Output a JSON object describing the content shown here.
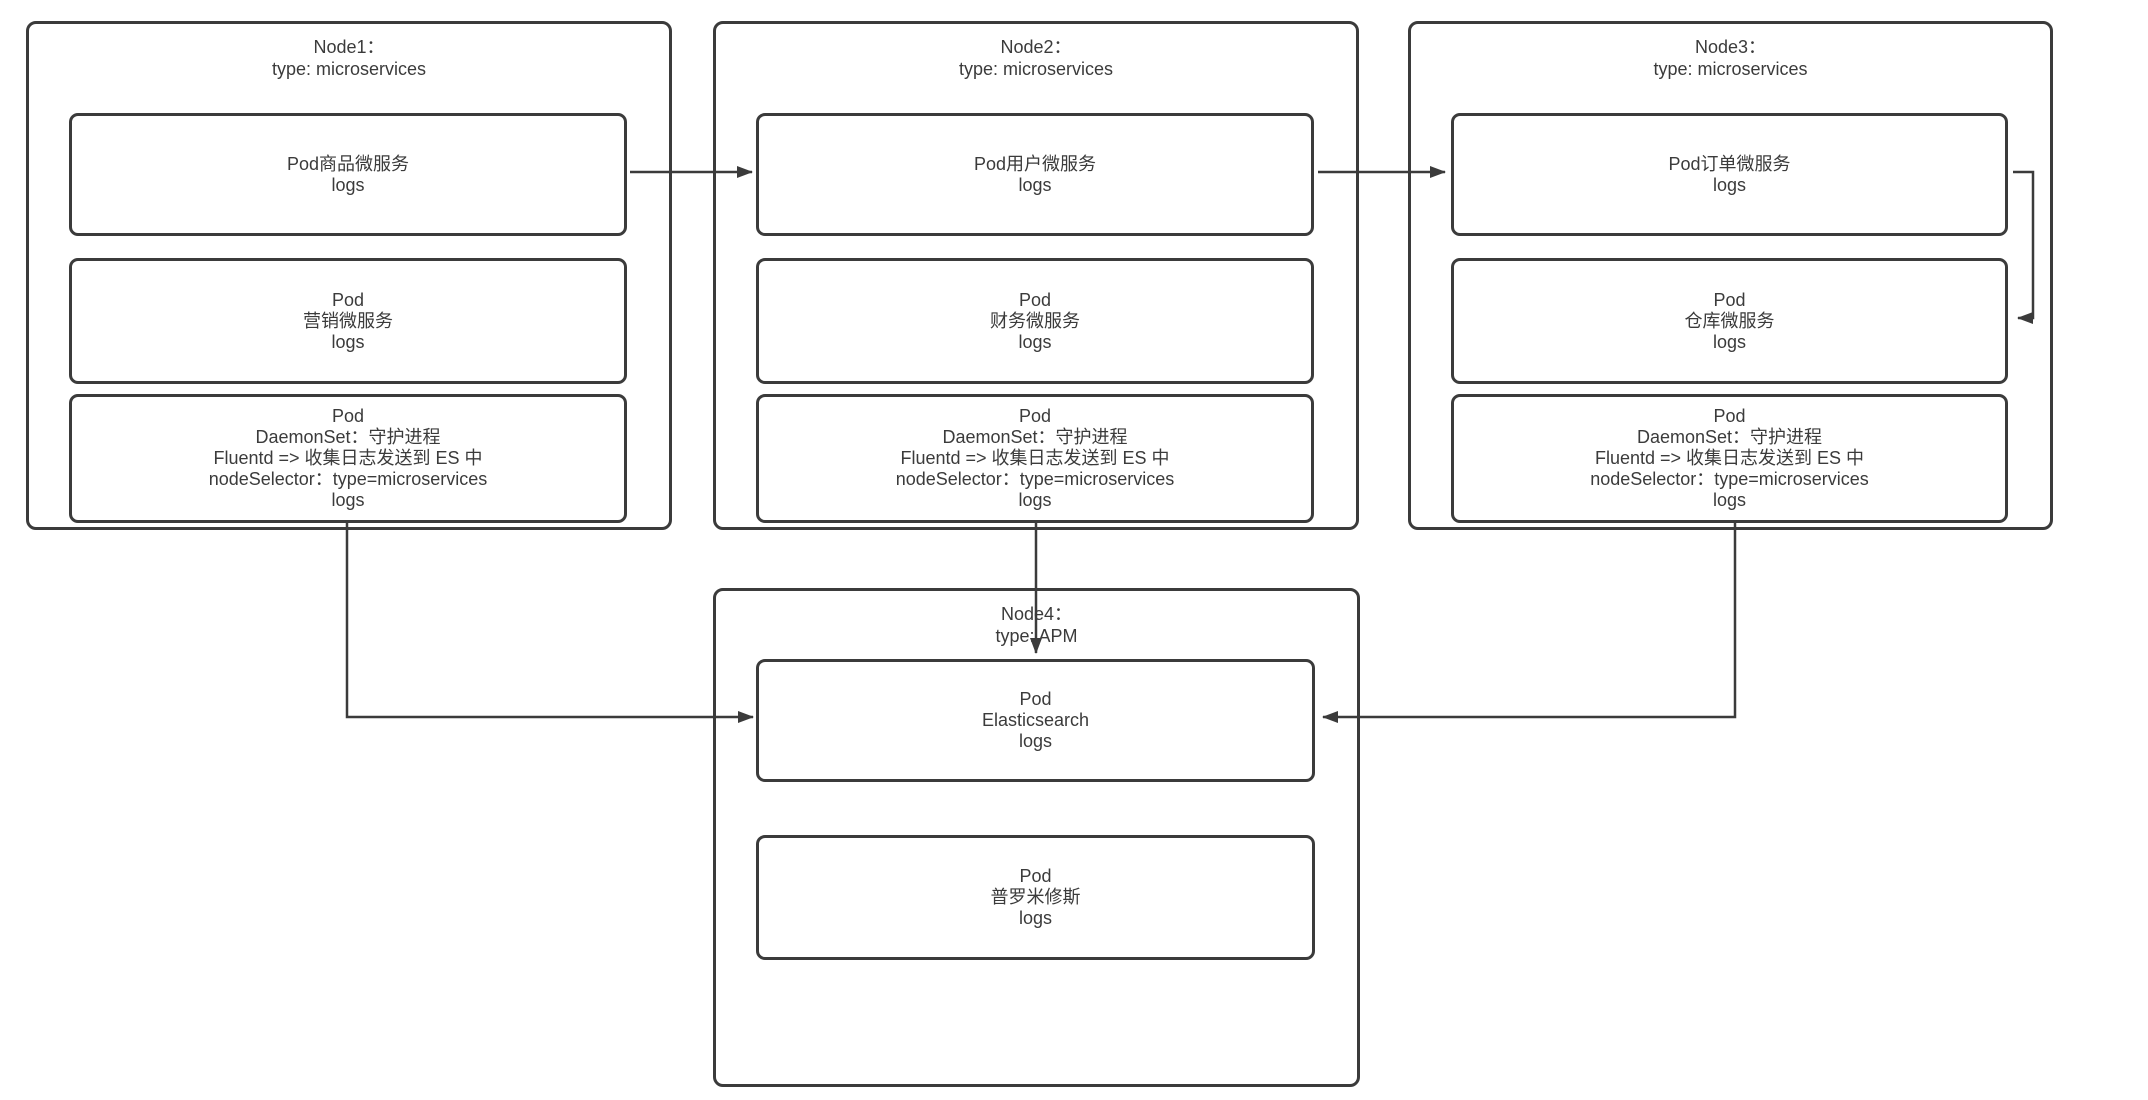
{
  "diagram": {
    "background": "#ffffff",
    "line_color": "#3b3b3b",
    "text_color": "#3b3b3b",
    "nodes": [
      {
        "title": [
          "Node1：",
          "type: microservices"
        ],
        "pods": [
          {
            "lines": [
              "Pod商品微服务",
              "logs"
            ]
          },
          {
            "lines": [
              "Pod",
              "营销微服务",
              "logs"
            ]
          },
          {
            "lines": [
              "Pod",
              "DaemonSet：守护进程",
              "Fluentd => 收集日志发送到 ES 中",
              "nodeSelector：type=microservices",
              "logs"
            ]
          }
        ]
      },
      {
        "title": [
          "Node2：",
          "type: microservices"
        ],
        "pods": [
          {
            "lines": [
              "Pod用户微服务",
              "logs"
            ]
          },
          {
            "lines": [
              "Pod",
              "财务微服务",
              "logs"
            ]
          },
          {
            "lines": [
              "Pod",
              "DaemonSet：守护进程",
              "Fluentd => 收集日志发送到 ES 中",
              "nodeSelector：type=microservices",
              "logs"
            ]
          }
        ]
      },
      {
        "title": [
          "Node3：",
          "type: microservices"
        ],
        "pods": [
          {
            "lines": [
              "Pod订单微服务",
              "logs"
            ]
          },
          {
            "lines": [
              "Pod",
              "仓库微服务",
              "logs"
            ]
          },
          {
            "lines": [
              "Pod",
              "DaemonSet：守护进程",
              "Fluentd => 收集日志发送到 ES 中",
              "nodeSelector：type=microservices",
              "logs"
            ]
          }
        ]
      },
      {
        "title": [
          "Node4：",
          "type: APM"
        ],
        "pods": [
          {
            "lines": [
              "Pod",
              "Elasticsearch",
              "logs"
            ]
          },
          {
            "lines": [
              "Pod",
              "普罗米修斯",
              "logs"
            ]
          }
        ]
      }
    ],
    "edges": [
      {
        "from": "Node1 Pod商品微服务",
        "to": "Node2 Pod用户微服务"
      },
      {
        "from": "Node2 Pod用户微服务",
        "to": "Node3 Pod订单微服务"
      },
      {
        "from": "Node3 Pod订单微服务",
        "to": "Node3 Pod仓库微服务"
      },
      {
        "from": "Node1 DaemonSet Pod",
        "to": "Node4 Pod Elasticsearch"
      },
      {
        "from": "Node2 DaemonSet Pod",
        "to": "Node4 Pod Elasticsearch"
      },
      {
        "from": "Node3 DaemonSet Pod",
        "to": "Node4 Pod Elasticsearch"
      }
    ]
  }
}
